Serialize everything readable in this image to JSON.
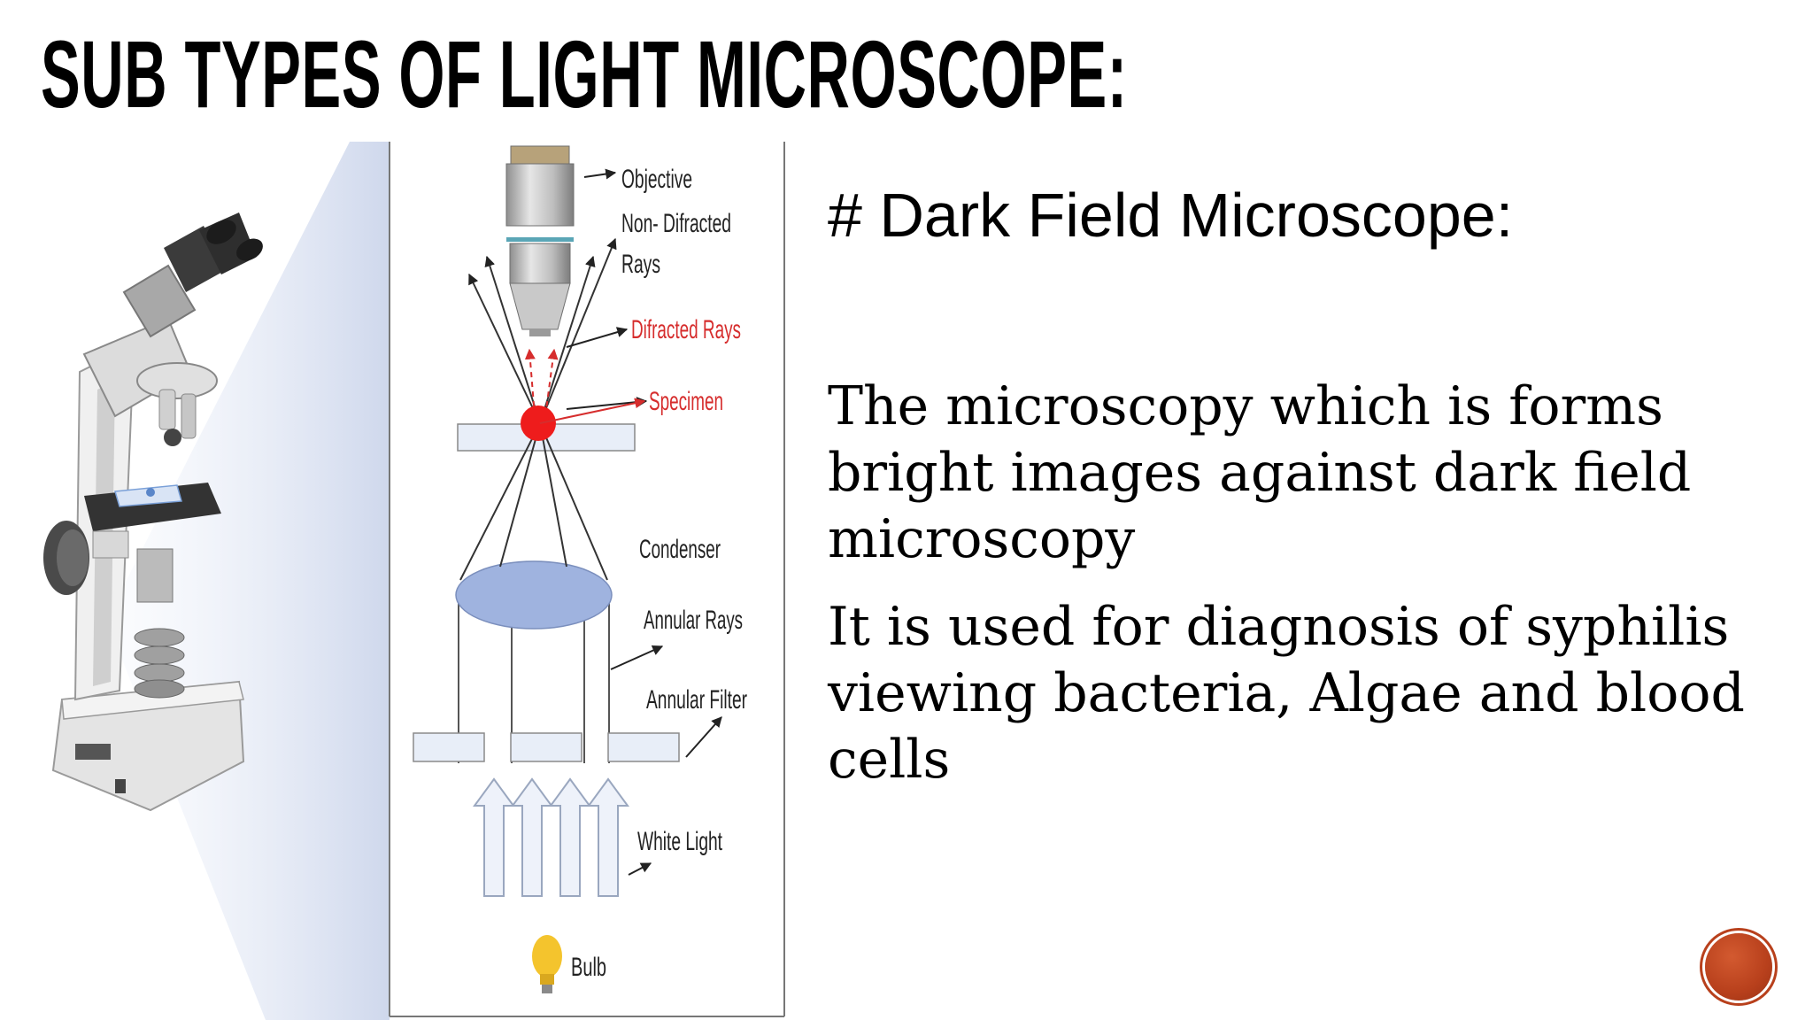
{
  "slide": {
    "title": "SUB TYPES OF LIGHT MICROSCOPE:",
    "heading": "# Dark Field Microscope:",
    "paragraphs": [
      "The microscopy which is forms bright images against dark field microscopy",
      "It is used for diagnosis of syphilis viewing bacteria, Algae and blood cells"
    ]
  },
  "diagram": {
    "labels": {
      "objective": "Objective",
      "non_difracted_1": "Non- Difracted",
      "non_difracted_2": "Rays",
      "difracted_rays": "Difracted Rays",
      "specimen": "Specimen",
      "condenser": "Condenser",
      "annular_rays": "Annular Rays",
      "annular_filter": "Annular Filter",
      "white_light": "White Light",
      "bulb": "Bulb"
    },
    "colors": {
      "red_label": "#d62d2d",
      "specimen": "#ee1c1c",
      "condenser": "#9fb3df",
      "bulb": "#f4c42d",
      "slide_glass": "#e8eef8"
    }
  },
  "icons": {
    "microscope": "microscope-illustration-icon",
    "light_bulb": "light-bulb-icon",
    "badge": "slide-badge-icon"
  }
}
